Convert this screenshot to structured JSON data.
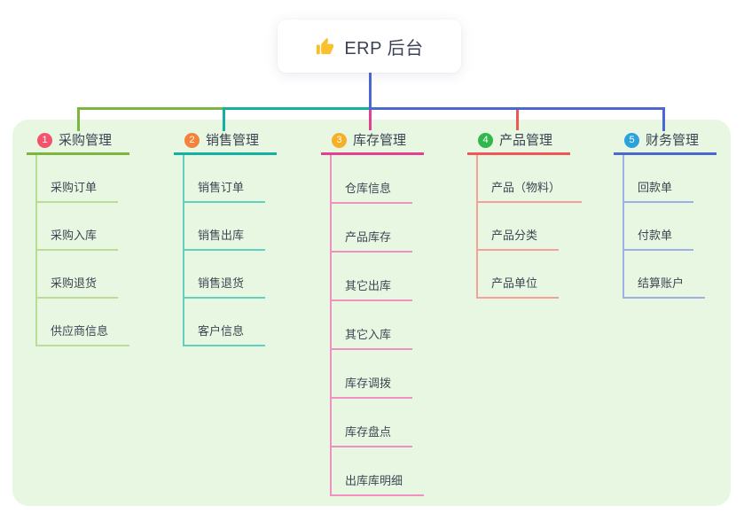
{
  "root": {
    "title": "ERP 后台",
    "icon": "thumbs-up"
  },
  "branches": [
    {
      "badge": "1",
      "title": "采购管理",
      "badge_color": "#f4536e",
      "line_color": "#7cb63f",
      "item_line_color": "#b9dc97",
      "items": [
        "采购订单",
        "采购入库",
        "采购退货",
        "供应商信息"
      ]
    },
    {
      "badge": "2",
      "title": "销售管理",
      "badge_color": "#f5813a",
      "line_color": "#14b1a3",
      "item_line_color": "#63cfc0",
      "items": [
        "销售订单",
        "销售出库",
        "销售退货",
        "客户信息"
      ]
    },
    {
      "badge": "3",
      "title": "库存管理",
      "badge_color": "#f6b027",
      "line_color": "#e2418f",
      "item_line_color": "#f08fc2",
      "items": [
        "仓库信息",
        "产品库存",
        "其它出库",
        "其它入库",
        "库存调拨",
        "库存盘点",
        "出库库明细"
      ]
    },
    {
      "badge": "4",
      "title": "产品管理",
      "badge_color": "#31b84c",
      "line_color": "#f25555",
      "item_line_color": "#f7a09a",
      "items": [
        "产品（物料）",
        "产品分类",
        "产品单位"
      ]
    },
    {
      "badge": "5",
      "title": "财务管理",
      "badge_color": "#2aa2de",
      "line_color": "#4a68d0",
      "item_line_color": "#9fb0e4",
      "items": [
        "回款单",
        "付款单",
        "结算账户"
      ]
    }
  ],
  "colors": {
    "canvas_background": "#ffffff",
    "panel_background": "#e8f7e1",
    "text": "#3d4555",
    "root_connector": "#4a68d0",
    "thumb_icon": "#f9c023"
  }
}
